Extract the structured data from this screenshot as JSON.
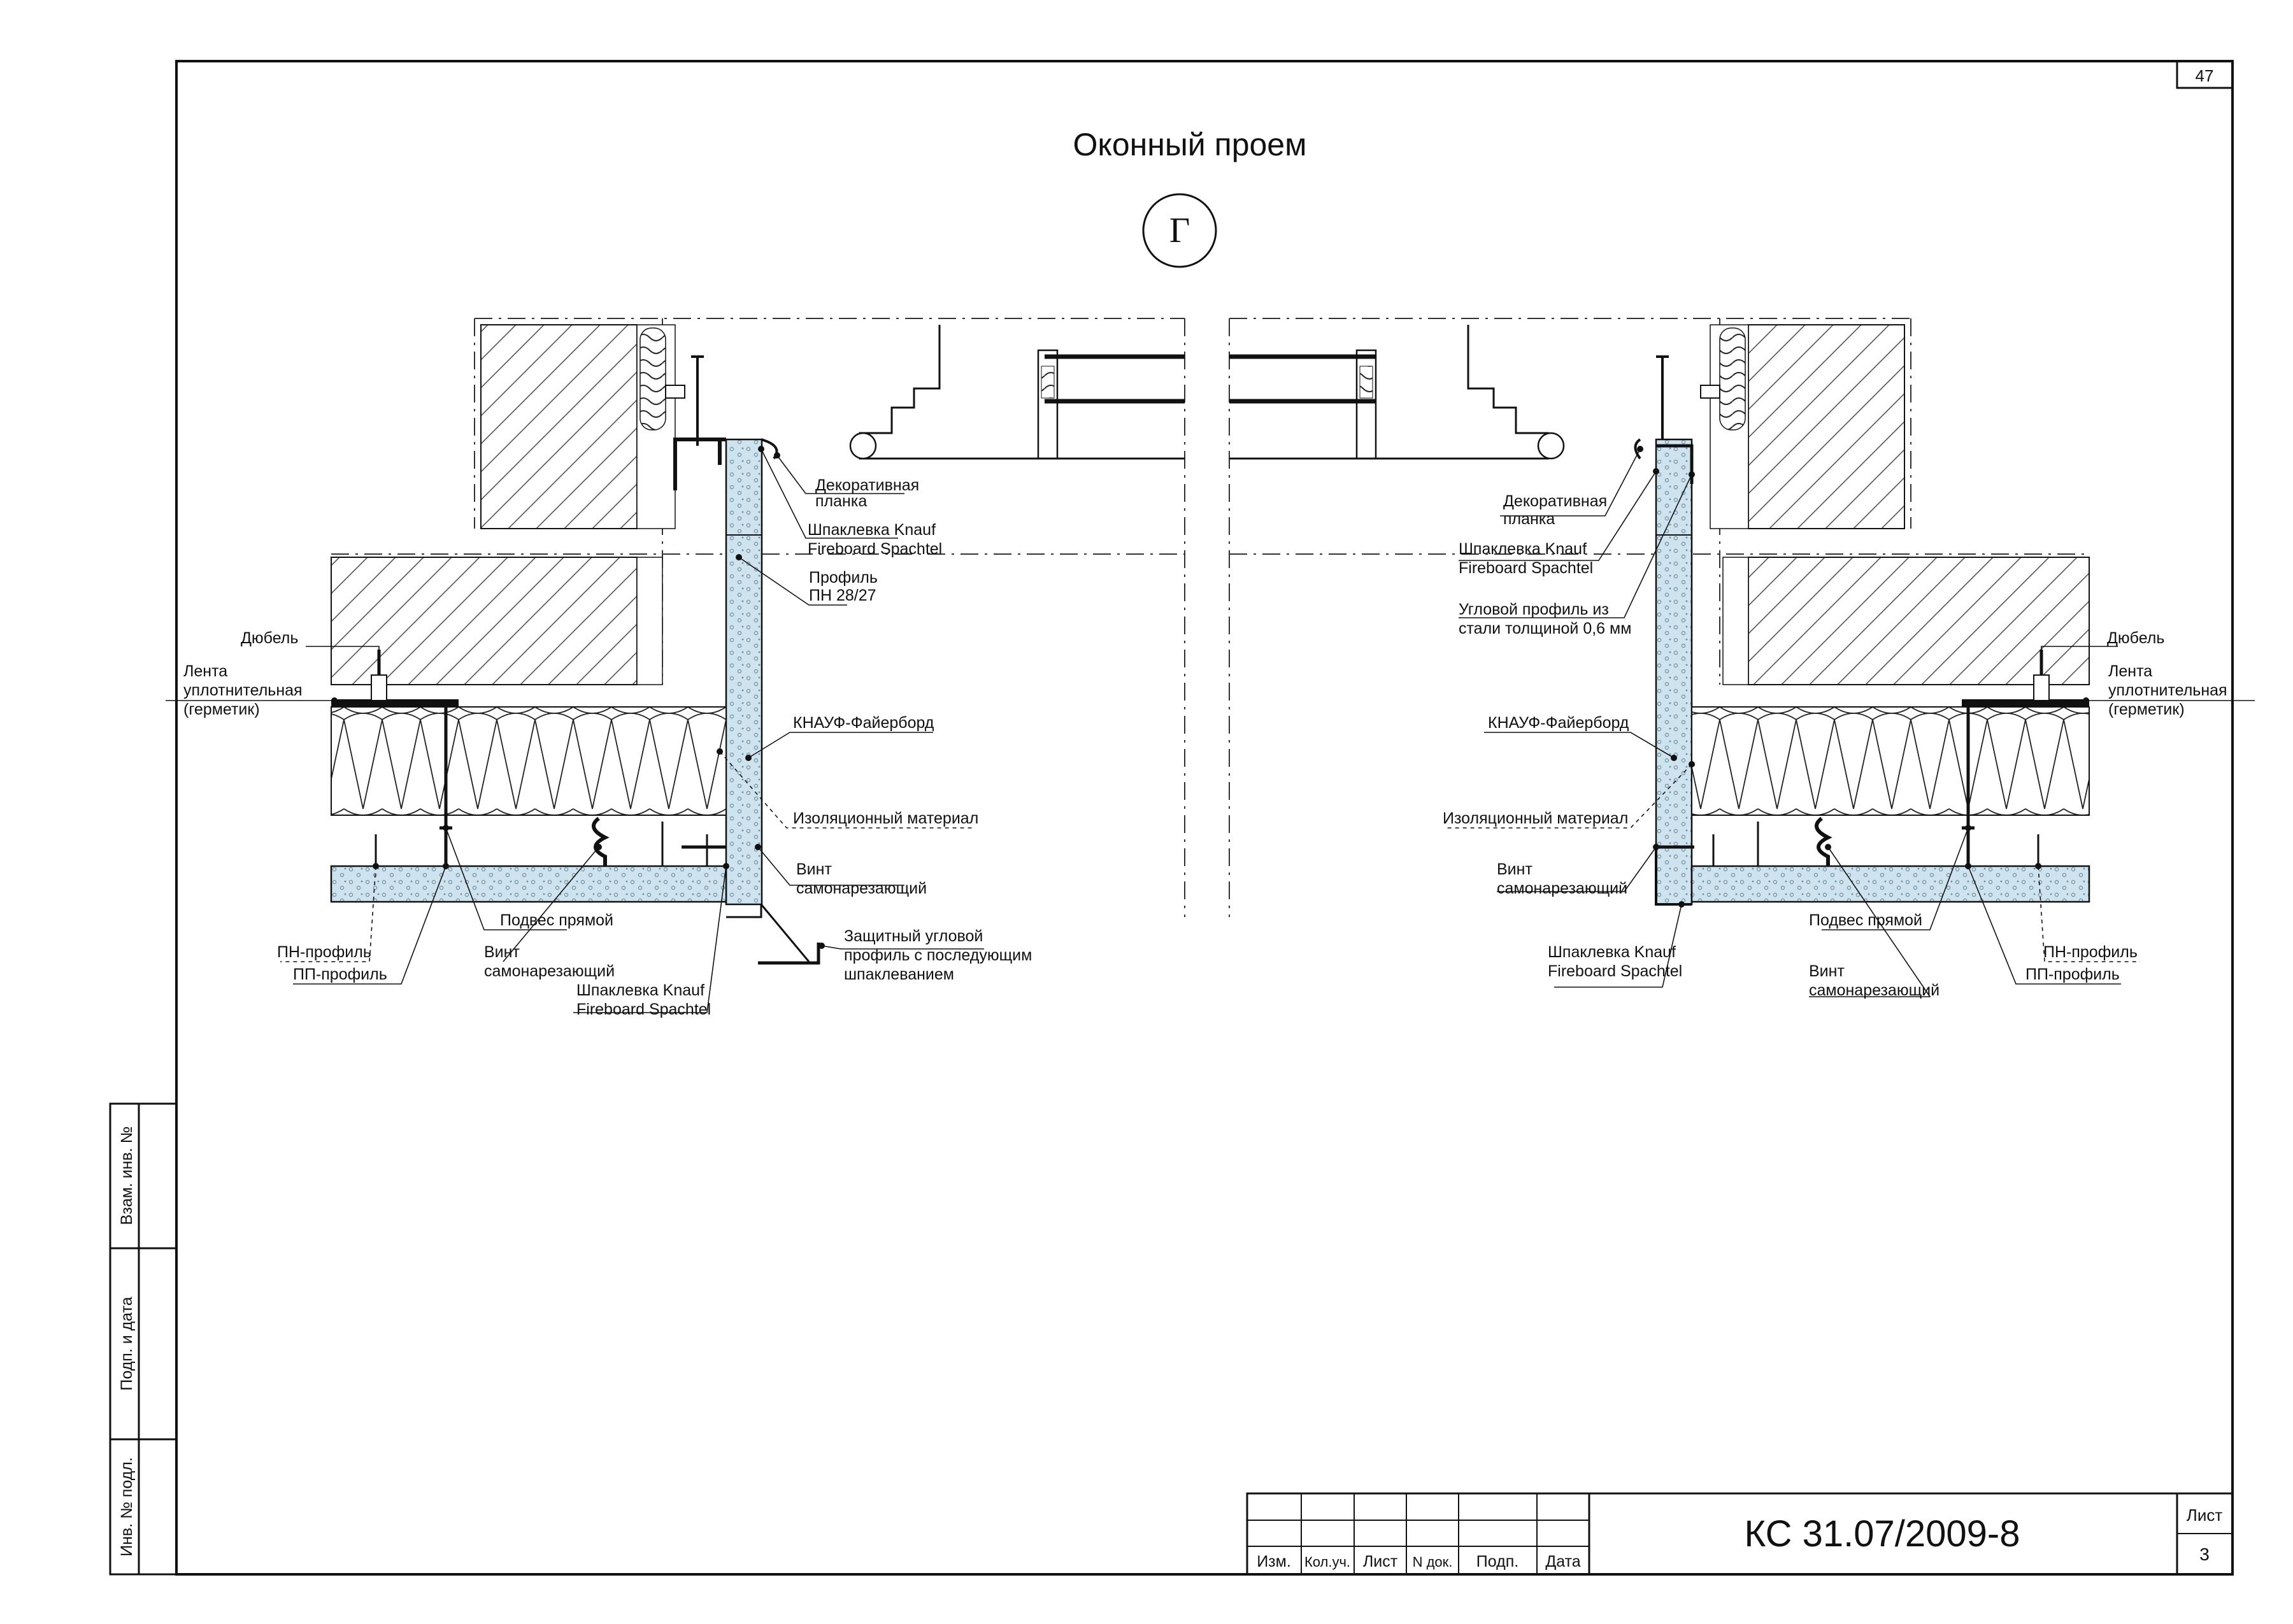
{
  "sheet": {
    "page_number": "47",
    "title": "Оконный проем",
    "section_mark": "Г",
    "doc_code": "КС 31.07/2009-8",
    "sheet_label": "Лист",
    "sheet_number": "3"
  },
  "title_block": {
    "columns": [
      "Изм.",
      "Кол.уч.",
      "Лист",
      "N док.",
      "Подп.",
      "Дата"
    ]
  },
  "side_stamp": {
    "fields": [
      "Взам. инв. №",
      "Подп. и дата",
      "Инв. № подл."
    ]
  },
  "left_labels": {
    "dekor_1": "Декоративная",
    "dekor_2": "планка",
    "shpak_1": "Шпаклевка Knauf",
    "shpak_2": "Fireboard Spachtel",
    "profil_1": "Профиль",
    "profil_2": "ПН 28/27",
    "dubel": "Дюбель",
    "lenta_1": "Лента",
    "lenta_2": "уплотнительная",
    "lenta_3": "(герметик)",
    "fireboard": "КНАУФ-Файерборд",
    "izol": "Изоляционный материал",
    "vint_1": "Винт",
    "vint_2": "самонарезающий",
    "podves": "Подвес прямой",
    "vint2_1": "Винт",
    "vint2_2": "самонарезающий",
    "pn": "ПН-профиль",
    "pp": "ПП-профиль",
    "shpak_b_1": "Шпаклевка Knauf",
    "shpak_b_2": "Fireboard Spachtel",
    "zash_1": "Защитный угловой",
    "zash_2": "профиль с последующим",
    "zash_3": "шпаклеванием"
  },
  "right_labels": {
    "dekor_1": "Декоративная",
    "dekor_2": "планка",
    "shpak_1": "Шпаклевка Knauf",
    "shpak_2": "Fireboard Spachtel",
    "ugol_1": "Угловой профиль  из",
    "ugol_2": "стали толщиной 0,6 мм",
    "dubel": "Дюбель",
    "lenta_1": "Лента",
    "lenta_2": "уплотнительная",
    "lenta_3": "(герметик)",
    "fireboard": "КНАУФ-Файерборд",
    "izol": "Изоляционный материал",
    "vint_1": "Винт",
    "vint_2": "самонарезающий",
    "shpak_b_1": "Шпаклевка Knauf",
    "shpak_b_2": "Fireboard Spachtel",
    "podves": "Подвес прямой",
    "vint2_1": "Винт",
    "vint2_2": "самонарезающий",
    "pn": "ПН-профиль",
    "pp": "ПП-профиль"
  },
  "colors": {
    "board_fill": "#cfe3ee",
    "board_dots": "#6f8fa3",
    "line": "#111111",
    "hatch": "#555555"
  }
}
